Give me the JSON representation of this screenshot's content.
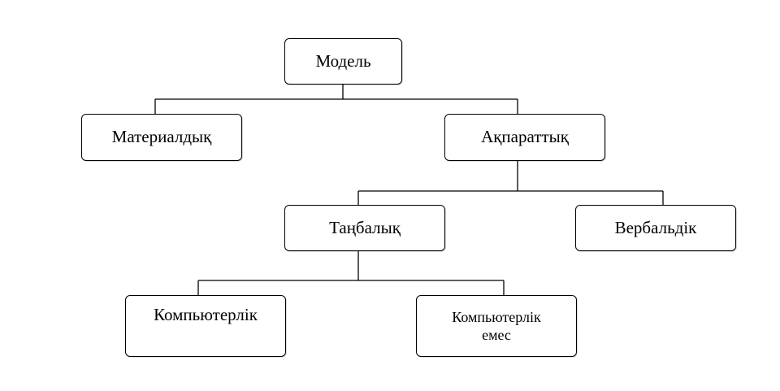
{
  "diagram": {
    "nodes": {
      "model": "Модель",
      "material": "Материалдық",
      "info": "Ақпараттық",
      "sign": "Таңбалық",
      "verbal": "Вербальдік",
      "computer": "Компьютерлік",
      "non_computer_line1": "Компьютерлік",
      "non_computer_line2": "емес"
    },
    "colors": {
      "stroke": "#000000",
      "background": "#ffffff"
    }
  }
}
